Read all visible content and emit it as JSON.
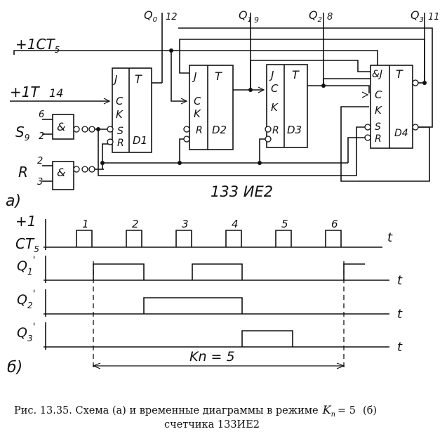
{
  "schematic": {
    "outputs": {
      "q0": "Q",
      "q0_sub": "0",
      "q0_pin": "12",
      "q1": "Q",
      "q1_sub": "1",
      "q1_pin": "9",
      "q2": "Q",
      "q2_sub": "2",
      "q2_pin": "8",
      "q3": "Q",
      "q3_sub": "3",
      "q3_pin": "11"
    },
    "inputs": {
      "plus1ct5": "+1CT",
      "plus1ct5_sub": "5",
      "plus1t": "+1T",
      "plus1t_pin": "14",
      "s9": "S",
      "s9_sub": "9",
      "s9_pin_a": "6",
      "s9_pin_b": "2",
      "r": "R",
      "r_pin_a": "2",
      "r_pin_b": "3"
    },
    "gate_symbol": "&",
    "flipflops": [
      {
        "j": "J",
        "t": "T",
        "c": "C",
        "k": "K",
        "s": "S",
        "r": "R",
        "name": "D1"
      },
      {
        "j": "J",
        "t": "T",
        "c": "C",
        "k": "K",
        "r": "R",
        "name": "D2"
      },
      {
        "j": "J",
        "t": "T",
        "c": "C",
        "k": "K",
        "r": "R",
        "name": "D3"
      },
      {
        "j": "&J",
        "t": "T",
        "c": "C",
        "k": "K",
        "s": "S",
        "r": "R",
        "name": "D4"
      }
    ],
    "chip_label": "133 ИЕ2",
    "part_label": "а)"
  },
  "timing": {
    "clock_label_top": "+1",
    "clock_label": "CT",
    "clock_label_sub": "5",
    "pulse_numbers": [
      "1",
      "2",
      "3",
      "4",
      "5",
      "6"
    ],
    "rows": [
      {
        "label": "Q",
        "sub": "1",
        "prime": "'",
        "axis": "t"
      },
      {
        "label": "Q",
        "sub": "2",
        "prime": "'",
        "axis": "t"
      },
      {
        "label": "Q",
        "sub": "3",
        "prime": "'",
        "axis": "t"
      }
    ],
    "clock_axis": "t",
    "kn_label": "Kn = 5",
    "part_label": "б)"
  },
  "caption": {
    "line1_prefix": "Рис. 13.35. Схема (а) и временные диаграммы в режиме",
    "line1_k": "K",
    "line1_k_sub": "n",
    "line1_value": "= 5",
    "line1_suffix": "(б)",
    "line2": "счетчика 133ИЕ2"
  }
}
